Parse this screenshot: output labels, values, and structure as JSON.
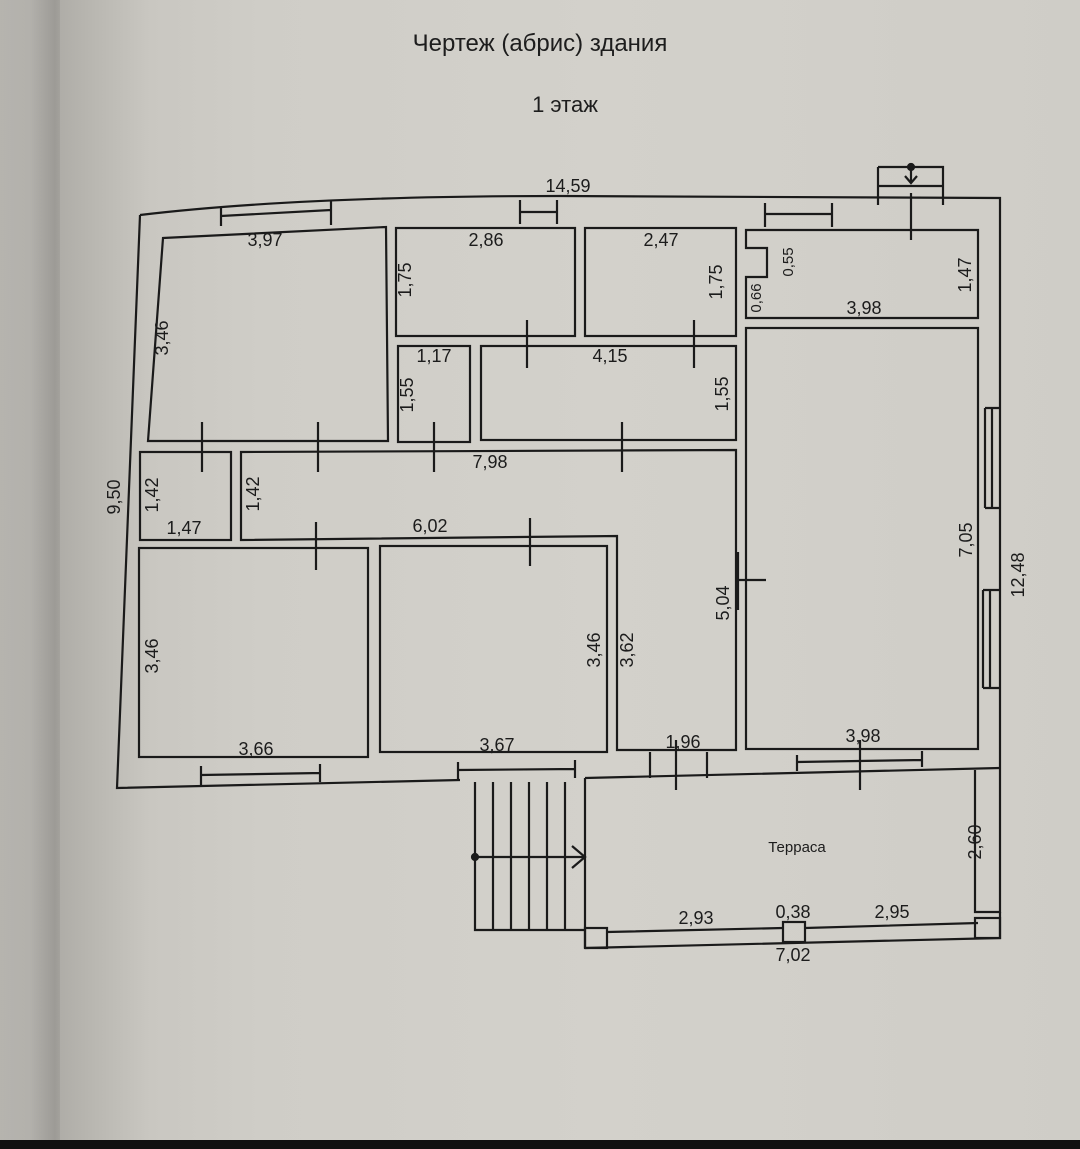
{
  "document": {
    "title": "Чертеж (абрис) здания",
    "subtitle": "1 этаж"
  },
  "plan": {
    "overall": {
      "top_width": "14,59",
      "left_height": "9,50",
      "right_height": "12,48"
    },
    "rooms": {
      "nw_room": {
        "width": "3,97",
        "height": "3,46"
      },
      "room_a": {
        "width": "2,86",
        "height": "1,75"
      },
      "room_b": {
        "width": "2,47",
        "height": "1,75"
      },
      "ne_room": {
        "width": "3,98",
        "height": "1,47",
        "niche_a": "0,55",
        "niche_b": "0,66"
      },
      "small_room": {
        "width": "1,17",
        "height": "1,55"
      },
      "mid_room": {
        "width": "4,15",
        "height": "1,55"
      },
      "closet": {
        "width": "1,47",
        "height": "1,42"
      },
      "hall": {
        "width_top": "7,98",
        "width_bottom": "6,02",
        "height": "1,42",
        "side": "5,04"
      },
      "sw_room": {
        "width": "3,66",
        "height": "3,46"
      },
      "s_room": {
        "width": "3,67",
        "height": "3,46"
      },
      "corridor": {
        "width": "1,96",
        "height": "3,62"
      },
      "east_room": {
        "width": "3,98",
        "height": "7,05"
      }
    },
    "terrace": {
      "label": "Терраса",
      "height": "2,60",
      "seg_left": "2,93",
      "seg_mid": "0,38",
      "seg_right": "2,95",
      "total": "7,02"
    }
  }
}
